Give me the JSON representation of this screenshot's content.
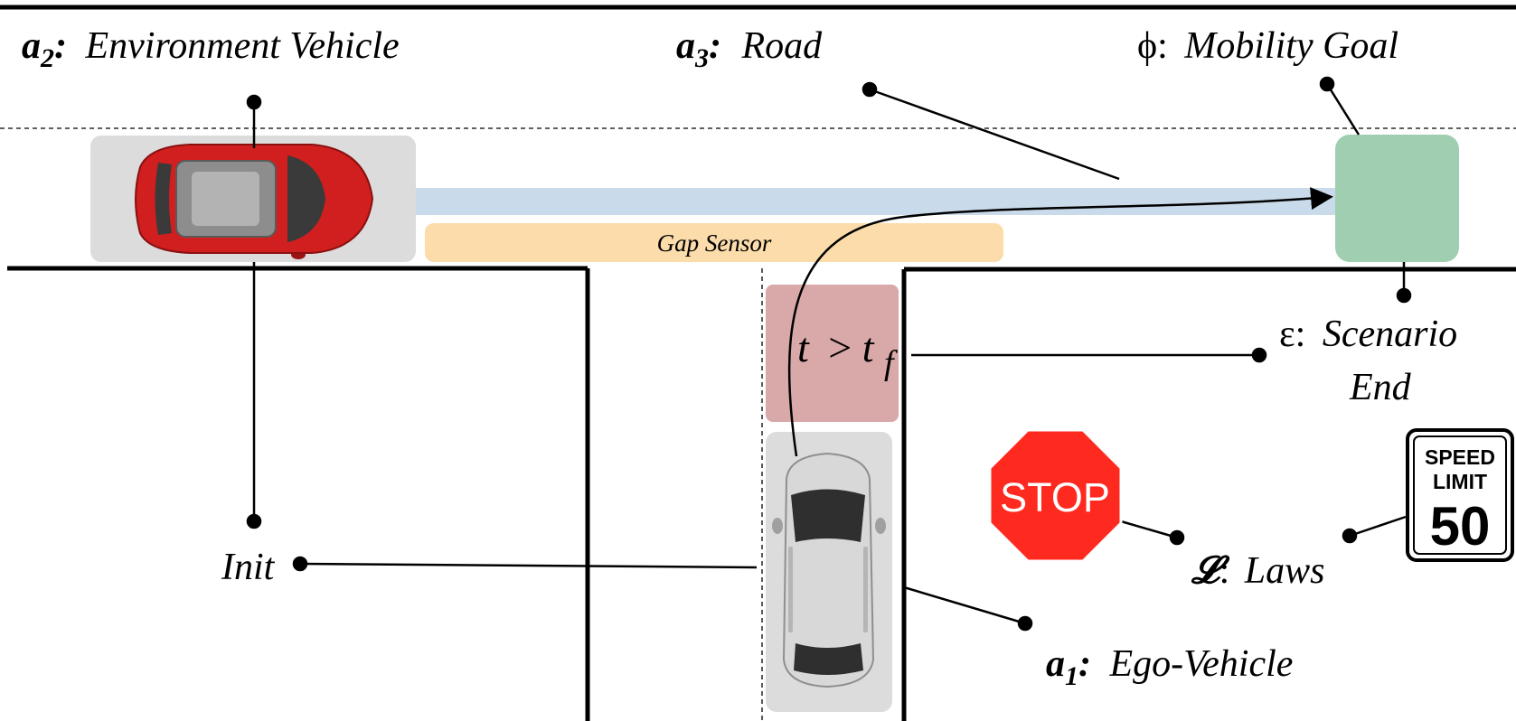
{
  "labels": {
    "env_vehicle": {
      "sym": "a",
      "sub": "2",
      "colon": ":",
      "text": "Environment Vehicle"
    },
    "road": {
      "sym": "a",
      "sub": "3",
      "colon": ":",
      "text": "Road"
    },
    "goal": {
      "sym": "ϕ",
      "colon": ":",
      "text": "Mobility Goal"
    },
    "scenario_end": {
      "sym": "ε",
      "colon": ":",
      "text1": "Scenario",
      "text2": "End"
    },
    "init": {
      "text": "Init"
    },
    "laws": {
      "sym": "𝓛",
      "colon": ":",
      "text": "Laws"
    },
    "ego": {
      "sym": "a",
      "sub": "1",
      "colon": ":",
      "text": "Ego-Vehicle"
    },
    "gap_sensor": {
      "text": "Gap Sensor"
    },
    "end_condition": {
      "t": "t",
      "op": ">",
      "tf": "t",
      "tf_sub": "f"
    }
  },
  "signs": {
    "stop": {
      "text": "STOP"
    },
    "speed_limit": {
      "line1": "SPEED",
      "line2": "LIMIT",
      "value": "50"
    }
  },
  "colors": {
    "env_vehicle_body": "#d11f1f",
    "ego_vehicle_body": "#d8d8d8",
    "vehicle_box": "#dcdcdc",
    "gap_sensor": "#fbdcaa",
    "goal": "#9fcfb0",
    "end_box": "#d9a8a8",
    "trajectory": "#c9dbeb",
    "stop_sign": "#ff2a1f"
  }
}
